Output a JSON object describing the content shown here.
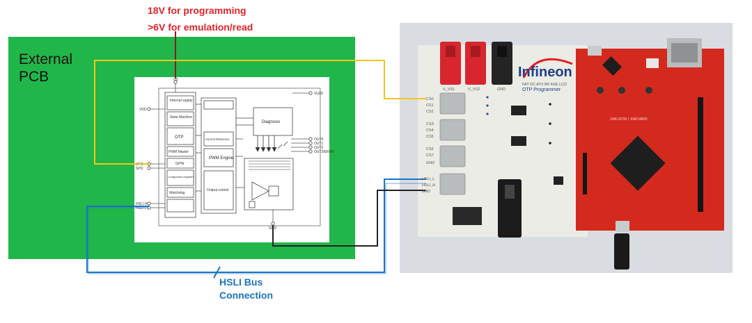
{
  "annotations": {
    "voltage_line1": "18V for programming",
    "voltage_line2": ">6V for emulation/read",
    "pcb_label": "External\nPCB",
    "bus_label": "HSLI Bus\nConnection"
  },
  "chip": {
    "pins_left": [
      "VDD",
      "SPI0",
      "SPI1",
      "HSLI H",
      "HSLI L"
    ],
    "pin_top": "VS",
    "pin_bottom": "GND",
    "pins_right": [
      "VLED",
      "OUT0",
      "OUT1",
      "OUT2",
      "OUT3/ERRN"
    ],
    "blocks": [
      "Internal supply",
      "State Machine",
      "OTP",
      "PWM Master",
      "GPIN",
      "Configuration Registers",
      "Watchdog",
      "Current Reference",
      "PWM Engine",
      "Output control",
      "Diagnosis"
    ]
  },
  "board": {
    "brand": "Infineon",
    "subtitle": "FAT DC ATV BP ASE LCD",
    "title": "OTP Programmer",
    "connector_labels": [
      "V_VS1",
      "V_VS2",
      "GND"
    ],
    "side_labels": [
      "CS0",
      "CS1",
      "CS2",
      "CS3",
      "CS4",
      "CS5",
      "CS6",
      "CS7",
      "GND",
      "HSLI_L",
      "HSLI_H",
      "GND"
    ],
    "red_board_text": "XMC4700 / XMC4800"
  },
  "colors": {
    "pcb_green": "#21b64a",
    "spi_wire": "#f5c518",
    "hsli_wire": "#1a73c4",
    "power_wire": "#8b1a1a",
    "annotation_red": "#e3222a",
    "annotation_blue": "#1a73c4"
  }
}
